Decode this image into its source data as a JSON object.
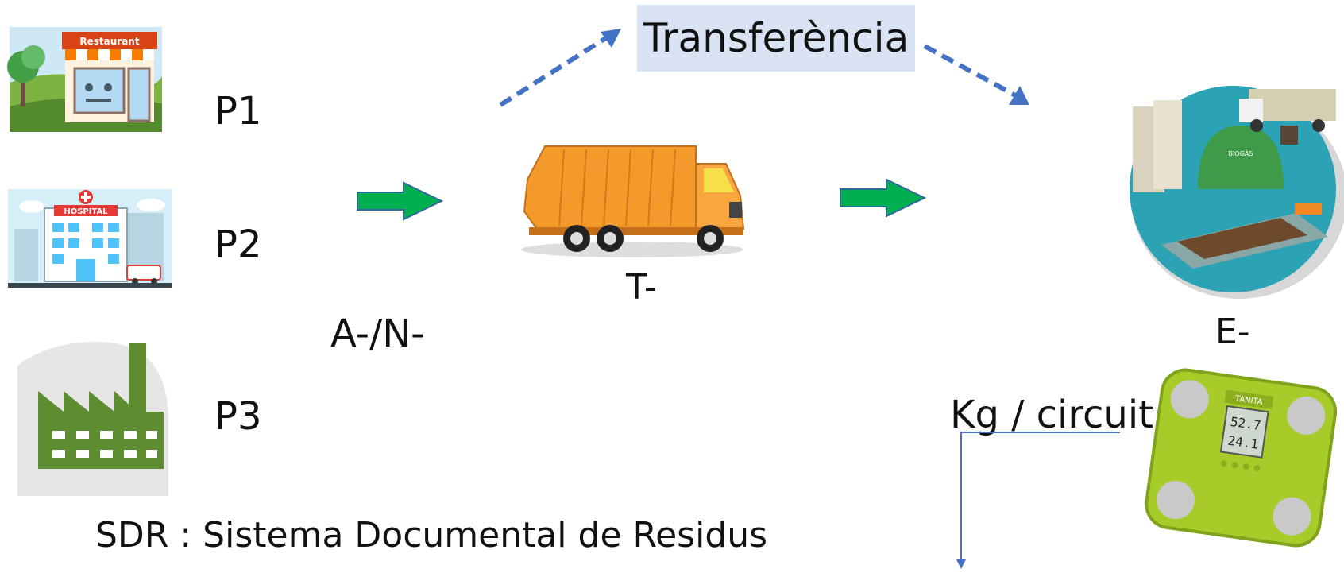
{
  "producers": [
    {
      "id": "P1",
      "label": "P1",
      "icon": "restaurant-icon",
      "sign_text": "Restaurant"
    },
    {
      "id": "P2",
      "label": "P2",
      "icon": "hospital-icon",
      "sign_text": "HOSPITAL"
    },
    {
      "id": "P3",
      "label": "P3",
      "icon": "factory-icon"
    }
  ],
  "transfer_label": "Transferència",
  "carrier_label": "A-/N-",
  "transport_label": "T-",
  "manager_label": "E-",
  "manager_icon": "biogas-plant-icon",
  "manager_sign_text": "BIOGÀS",
  "scale_icon": "weighing-scale-icon",
  "scale_brand": "TANITA",
  "scale_display": [
    "52.7",
    "24.1"
  ],
  "weight_label": "Kg / circuit",
  "footer_text": "SDR : Sistema Documental de Residus",
  "colors": {
    "arrow_green": "#00b050",
    "arrow_dashed": "#4472c4",
    "transfer_box": "#dae3f3"
  }
}
